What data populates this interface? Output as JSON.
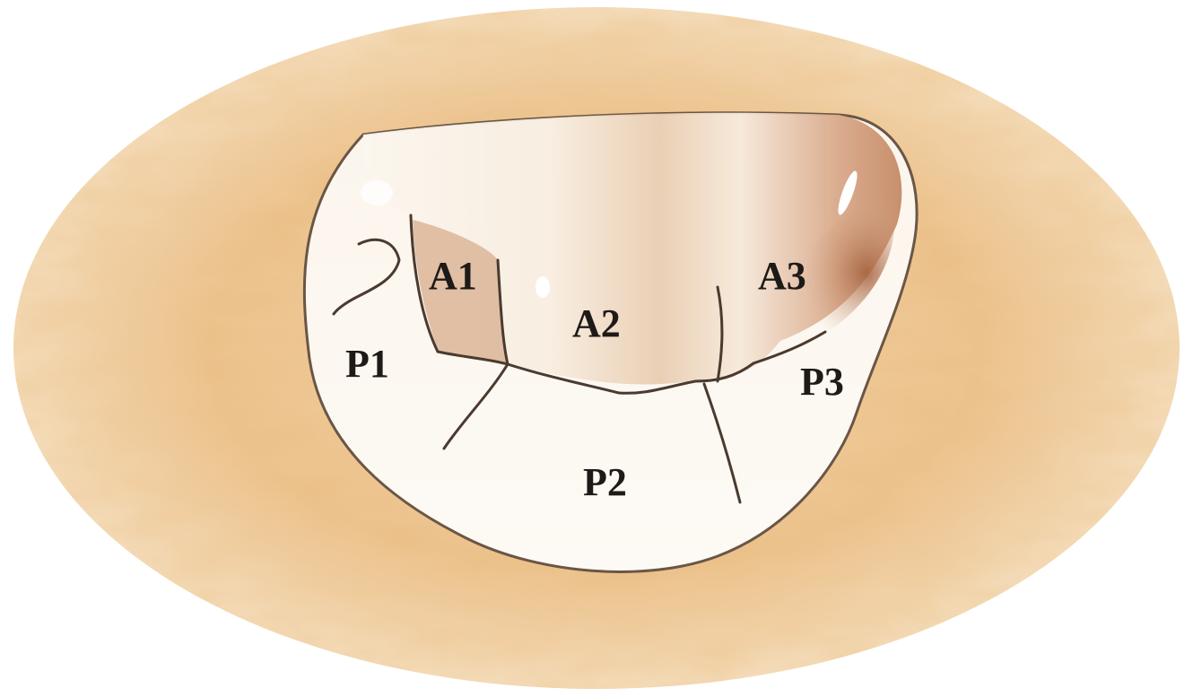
{
  "labels": {
    "a1": "A1",
    "a2": "A2",
    "a3": "A3",
    "p1": "P1",
    "p2": "P2",
    "p3": "P3"
  },
  "colors": {
    "annulus": "#e9c08a",
    "annulus_dark": "#d99e5c",
    "leaflet_light": "#fbf6ee",
    "anterior_shade": "#d6a98a",
    "commissure_shade": "#a8684a",
    "line": "#4a3a30"
  }
}
